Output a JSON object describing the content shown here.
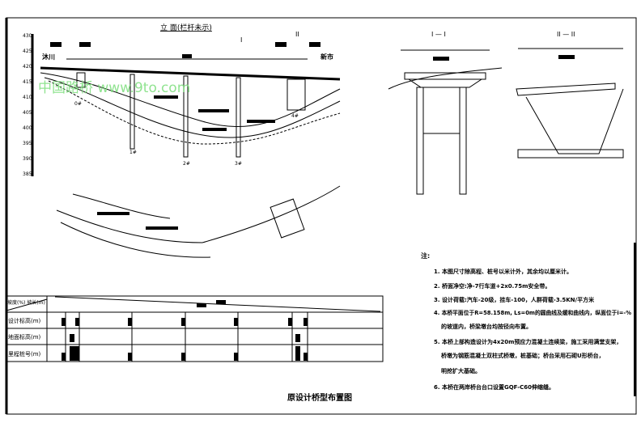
{
  "elevation": {
    "title": "立 面(栏杆未示)",
    "left_place": "沐川",
    "right_place": "新市",
    "axis_ticks": [
      "430",
      "425",
      "420",
      "415",
      "410",
      "405",
      "400",
      "395",
      "390",
      "385"
    ],
    "section_mark_1": "I",
    "section_mark_2": "II",
    "pier_labels": [
      "0#",
      "1#",
      "2#",
      "3#",
      "4#"
    ]
  },
  "watermark": "中国路桥 www.9to.com",
  "sections": {
    "section_1_title": "I — I",
    "section_2_title": "II — II"
  },
  "profile_table": {
    "rows": [
      "坡度(%) 坡长(m)",
      "设计标高(m)",
      "地面标高(m)",
      "里程桩号(m)"
    ]
  },
  "drawing_title": "原设计桥型布置图",
  "notes": {
    "heading": "注:",
    "items": [
      "1. 本图尺寸除高程、桩号以米计外，其余均以厘米计。",
      "2. 桥面净空:净-7行车道+2x0.75m安全带。",
      "3. 设计荷载:汽车-20级，挂车-100，人群荷载-3.5KN/平方米",
      "4. 本桥平面位于R=58.158m, Ls=0m的圆曲线及缓和曲线内，纵面位于i=-%",
      "的坡道内，桥梁墩台均按径向布置。",
      "5. 本桥上部构造设计为4x20m预应力混凝土连续梁，施工采用满堂支架，",
      "桥墩为钢筋混凝土双柱式桥墩，桩基础；桥台采用石砌U形桥台，",
      "明挖扩大基础。",
      "6. 本桥在两岸桥台台口设置GQF-C60伸缩缝。"
    ]
  }
}
